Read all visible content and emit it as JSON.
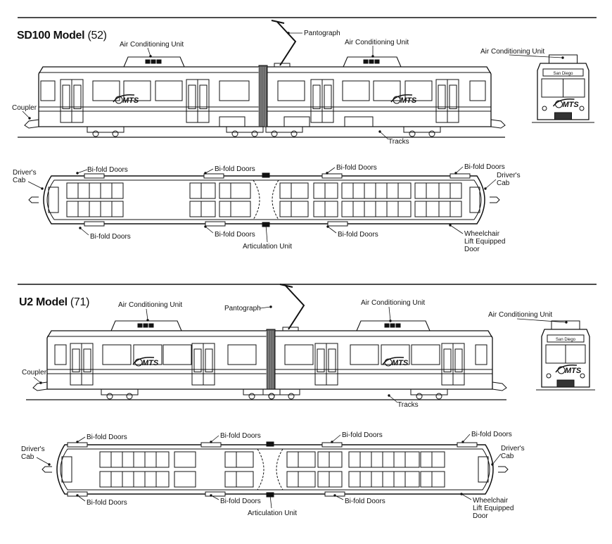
{
  "sections": [
    {
      "title": "SD100 Model",
      "count": "(52)",
      "labels": {
        "pantograph": "Pantograph",
        "ac_unit_1": "Air Conditioning Unit",
        "ac_unit_2": "Air Conditioning Unit",
        "ac_unit_front": "Air Conditioning Unit",
        "coupler": "Coupler",
        "tracks": "Tracks",
        "drivers_cab_left": "Driver's Cab",
        "drivers_cab_right": "Driver's Cab",
        "bifold_top_1": "Bi-fold Doors",
        "bifold_top_2": "Bi-fold Doors",
        "bifold_top_3": "Bi-fold Doors",
        "bifold_top_4": "Bi-fold Doors",
        "bifold_bottom_1": "Bi-fold Doors",
        "bifold_bottom_2": "Bi-fold Doors",
        "bifold_bottom_3": "Bi-fold Doors",
        "articulation_unit": "Articulation Unit",
        "wheelchair_door": "Wheelchair Lift Equipped Door"
      },
      "logo_text": "MTS",
      "destination_sign": "San Diego"
    },
    {
      "title": "U2 Model",
      "count": "(71)",
      "labels": {
        "pantograph": "Pantograph",
        "ac_unit_1": "Air Conditioning Unit",
        "ac_unit_2": "Air Conditioning Unit",
        "ac_unit_front": "Air Conditioning Unit",
        "coupler": "Coupler",
        "tracks": "Tracks",
        "drivers_cab_left": "Driver's Cab",
        "drivers_cab_right": "Driver's Cab",
        "bifold_top_1": "Bi-fold Doors",
        "bifold_top_2": "Bi-fold Doors",
        "bifold_top_3": "Bi-fold Doors",
        "bifold_top_4": "Bi-fold Doors",
        "bifold_bottom_1": "Bi-fold Doors",
        "bifold_bottom_2": "Bi-fold Doors",
        "bifold_bottom_3": "Bi-fold Doors",
        "articulation_unit": "Articulation Unit",
        "wheelchair_door": "Wheelchair Lift Equipped Door"
      },
      "logo_text": "MTS",
      "destination_sign": "San Diego"
    }
  ]
}
